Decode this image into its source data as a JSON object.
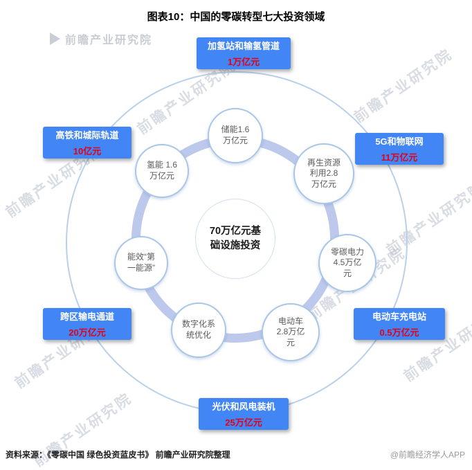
{
  "title": "图表10：中国的零碳转型七大投资领域",
  "center": {
    "text": "70万亿元基\n础设施投资"
  },
  "satellites": [
    {
      "id": "energy-storage",
      "text": "储能1.6\n万亿元"
    },
    {
      "id": "recycling",
      "text": "再生资源\n利用2.8\n万亿元"
    },
    {
      "id": "zero-carbon-power",
      "text": "零碳电力\n4.5万亿\n元"
    },
    {
      "id": "electric-vehicle",
      "text": "电动车\n2.8万亿\n元"
    },
    {
      "id": "digital-optimization",
      "text": "数字化系\n统优化"
    },
    {
      "id": "energy-efficiency",
      "text": "能效“第\n一能源”"
    },
    {
      "id": "hydrogen",
      "text": "氢能 1.6\n万亿元"
    }
  ],
  "labels": [
    {
      "id": "hydrogen-stations",
      "name": "加氢站和输氢管道",
      "value": "1万亿元"
    },
    {
      "id": "high-speed-rail",
      "name": "高铁和城际轨道",
      "value": "10亿元"
    },
    {
      "id": "5g-iot",
      "name": "5G和物联网",
      "value": "11万亿元"
    },
    {
      "id": "transmission-channels",
      "name": "跨区输电通道",
      "value": "20万亿元"
    },
    {
      "id": "ev-charging",
      "name": "电动车充电站",
      "value": "0.5万亿元"
    },
    {
      "id": "solar-wind",
      "name": "光伏和风电装机",
      "value": "25万亿元"
    }
  ],
  "footer": {
    "source": "资料来源：《零碳中国 绿色投资蓝皮书》 前瞻产业研究院整理",
    "credit": "@前瞻经济学人APP"
  },
  "watermark": {
    "text": "前瞻产业研究院"
  },
  "colors": {
    "label_bg": "#4285f4",
    "label_value": "#e60012",
    "ring": "#bdc9ec",
    "circle_border": "#a9c6e8"
  }
}
